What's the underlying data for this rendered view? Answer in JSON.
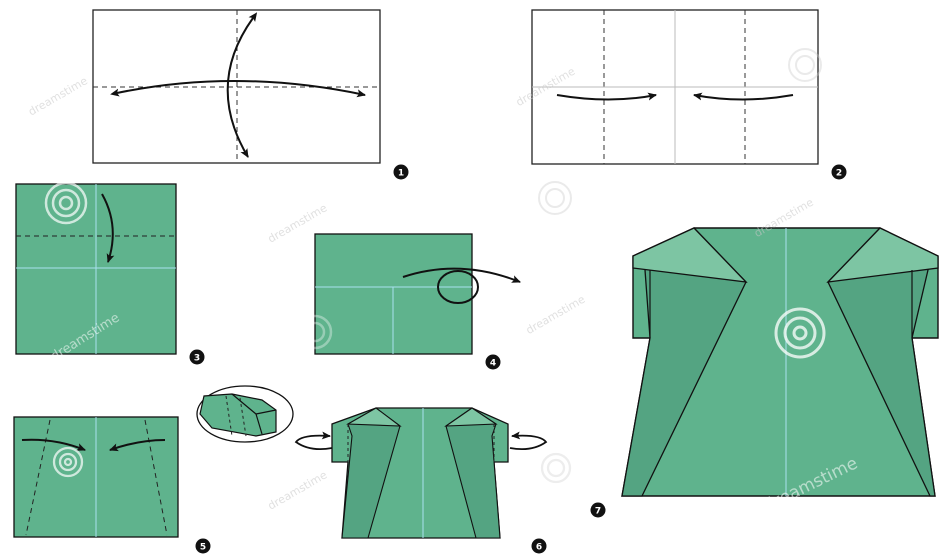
{
  "steps": [
    {
      "number": "1"
    },
    {
      "number": "2"
    },
    {
      "number": "3"
    },
    {
      "number": "4"
    },
    {
      "number": "5"
    },
    {
      "number": "6"
    },
    {
      "number": "7"
    }
  ],
  "watermark": {
    "brand": "dreamstime",
    "registered": "®"
  },
  "colors": {
    "paper_green": "#5fb38d",
    "paper_green_dark": "#54a482",
    "paper_green_light": "#7dc5a3",
    "outline": "#111111",
    "badge": "#111111",
    "guide_blue": "#a8e0f0"
  }
}
